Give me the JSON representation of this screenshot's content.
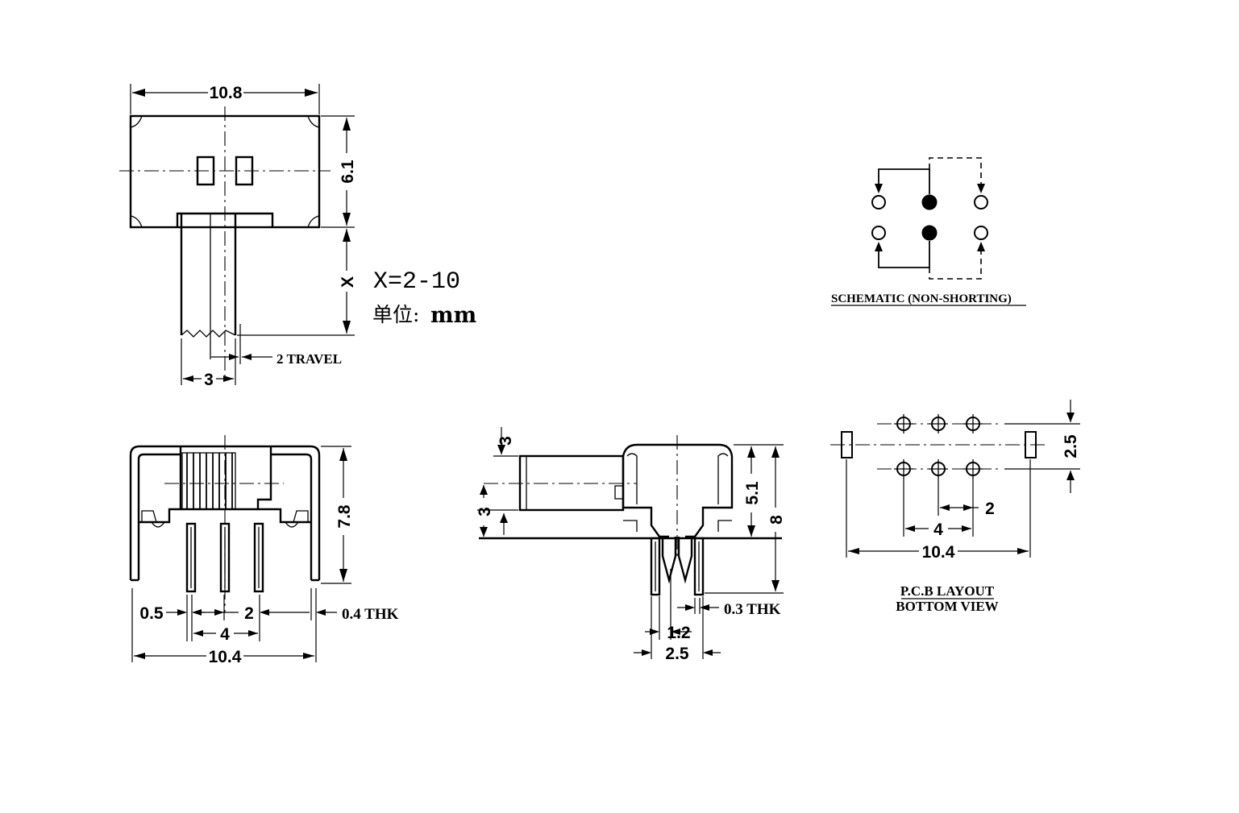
{
  "top_view": {
    "width_dim": "10.8",
    "height_dim": "6.1",
    "extension_dim": "X",
    "travel_dim": "2 TRAVEL",
    "actuator_dim": "3"
  },
  "notes": {
    "x_range": "X=2-10",
    "unit_label": "单位:",
    "unit_value": "mm"
  },
  "schematic": {
    "label": "SCHEMATIC (NON-SHORTING)"
  },
  "front_view": {
    "height_dim": "7.8",
    "pin_offset_dim": "0.5",
    "pitch_dim": "2",
    "thickness_dim": "0.4 THK",
    "span_dim": "4",
    "width_dim": "10.4"
  },
  "side_view": {
    "actuator_top_dim": "3",
    "actuator_height_dim": "3",
    "body_dim": "5.1",
    "total_height_dim": "8",
    "thickness_dim": "0.3 THK",
    "pin_gap_dim": "1.2",
    "pitch_dim": "2.5"
  },
  "pcb": {
    "row_dim": "2.5",
    "pitch_dim": "2",
    "span_dim": "4",
    "width_dim": "10.4",
    "title_line1": "P.C.B LAYOUT",
    "title_line2": "BOTTOM VIEW"
  }
}
